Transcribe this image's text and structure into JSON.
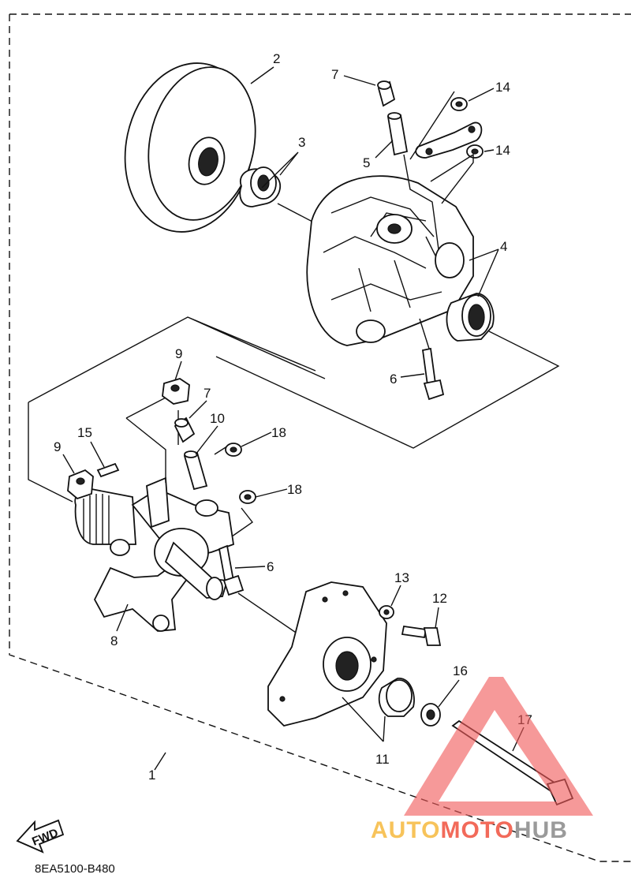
{
  "callouts": [
    {
      "id": "c1",
      "label": "1"
    },
    {
      "id": "c2",
      "label": "2"
    },
    {
      "id": "c3",
      "label": "3"
    },
    {
      "id": "c4",
      "label": "4"
    },
    {
      "id": "c5",
      "label": "5"
    },
    {
      "id": "c6a",
      "label": "6"
    },
    {
      "id": "c6b",
      "label": "6"
    },
    {
      "id": "c7a",
      "label": "7"
    },
    {
      "id": "c7b",
      "label": "7"
    },
    {
      "id": "c8",
      "label": "8"
    },
    {
      "id": "c9a",
      "label": "9"
    },
    {
      "id": "c9b",
      "label": "9"
    },
    {
      "id": "c10",
      "label": "10"
    },
    {
      "id": "c11",
      "label": "11"
    },
    {
      "id": "c12",
      "label": "12"
    },
    {
      "id": "c13",
      "label": "13"
    },
    {
      "id": "c14a",
      "label": "14"
    },
    {
      "id": "c14b",
      "label": "14"
    },
    {
      "id": "c15",
      "label": "15"
    },
    {
      "id": "c16",
      "label": "16"
    },
    {
      "id": "c17",
      "label": "17"
    },
    {
      "id": "c18a",
      "label": "18"
    },
    {
      "id": "c18b",
      "label": "18"
    }
  ],
  "fwd_arrow": {
    "label": "FWD"
  },
  "diagram_code": "8EA5100-B480",
  "watermark": {
    "part1": "AUTO",
    "part2": "MOTO",
    "part3": "HUB",
    "colors": {
      "part1": "#f7c35a",
      "part2": "#f26a5a",
      "part3": "#9a9a9a"
    }
  }
}
